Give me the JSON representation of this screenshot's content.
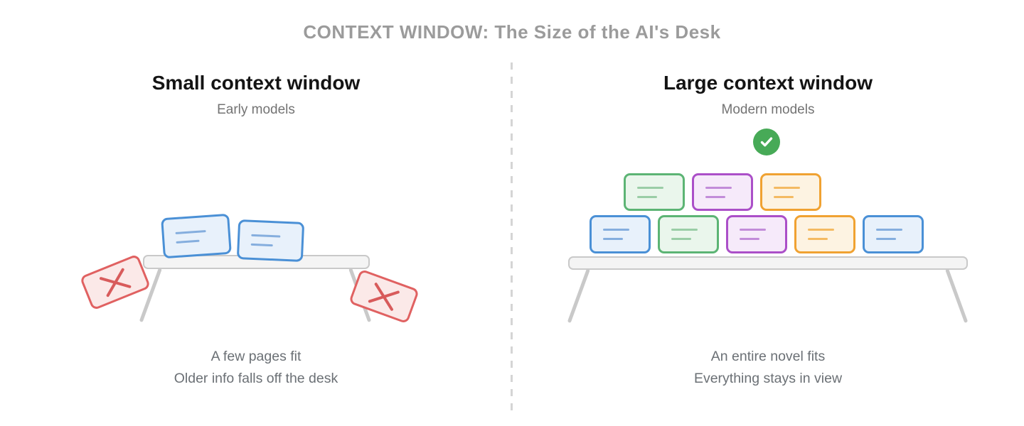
{
  "header": {
    "title": "CONTEXT WINDOW: The Size of the AI's Desk"
  },
  "left_panel": {
    "heading": "Small context window",
    "subheading": "Early models",
    "caption": [
      "A few pages fit",
      "Older info falls off the desk"
    ]
  },
  "right_panel": {
    "heading": "Large context window",
    "subheading": "Modern models",
    "caption": [
      "An entire novel fits",
      "Everything stays in view"
    ]
  },
  "scenes": {
    "small_desk": {
      "cards_on_desk": [
        "blue",
        "blue"
      ],
      "falling_cards": [
        "red",
        "red"
      ]
    },
    "large_desk": {
      "top_row": [
        "green",
        "purple",
        "orange"
      ],
      "bottom_row": [
        "blue",
        "green",
        "purple",
        "orange",
        "blue"
      ]
    }
  },
  "icons": {
    "success": "check-circle-icon",
    "rejected": "x-mark-icon"
  },
  "colors": {
    "blue_card": "#4a90d6",
    "green_card": "#5cb474",
    "purple_card": "#ab4fc8",
    "orange_card": "#f0a232",
    "red_card": "#e06161",
    "check_green": "#47aa57",
    "desk_gray": "#c9c9c9",
    "title_gray": "#9b9b9b"
  }
}
